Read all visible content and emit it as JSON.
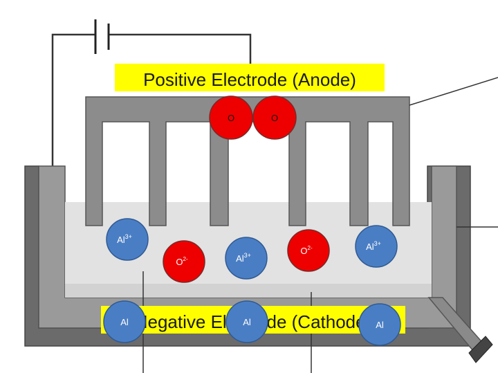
{
  "labels": {
    "anode": "Positive Electrode (Anode)",
    "cathode": "Negative Electrode (Cathode)"
  },
  "ions": {
    "oxygen_atom": "O",
    "oxide_ion": "O",
    "oxide_charge": "2-",
    "aluminium_ion": "Al",
    "aluminium_charge": "3+",
    "aluminium_atom": "Al"
  },
  "colors": {
    "label_background": "#ffff00",
    "oxygen_fill": "#ee0000",
    "aluminium_fill": "#4a7ec4",
    "electrolyte": "#e2e2e2",
    "anode_grey": "#8c8c8c",
    "cell_dark": "#6b6b6b",
    "cell_mid": "#9a9a9a"
  }
}
